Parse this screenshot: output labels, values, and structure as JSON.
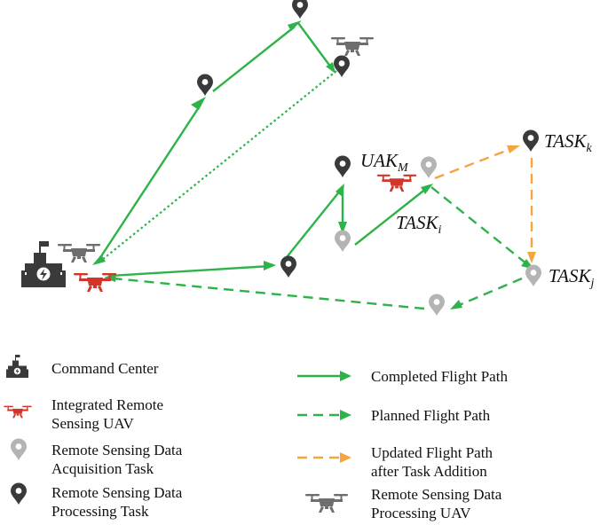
{
  "labels": {
    "uak": "UAK",
    "uak_sub": "M",
    "task_k": "TASK",
    "task_k_sub": "k",
    "task_i": "TASK",
    "task_i_sub": "i",
    "task_j": "TASK",
    "task_j_sub": "j"
  },
  "legend": {
    "command_center": "Command Center",
    "integrated_uav_line1": "Integrated  Remote",
    "integrated_uav_line2": "Sensing UAV",
    "acquisition_task_line1": "Remote Sensing Data",
    "acquisition_task_line2": "Acquisition Task",
    "processing_task_line1": "Remote Sensing Data",
    "processing_task_line2": "Processing Task",
    "completed_path": "Completed Flight Path",
    "planned_path": "Planned Flight Path",
    "updated_path_line1": "Updated  Flight  Path",
    "updated_path_line2": "after Task Addition",
    "processing_uav_line1": "Remote Sensing Data",
    "processing_uav_line2": "Processing UAV"
  },
  "colors": {
    "green": "#2db34a",
    "orange": "#f5a540",
    "red_uav": "#d3352b",
    "gray_uav": "#6e6e6e",
    "dark_pin": "#3a3a3a",
    "light_pin": "#b4b4b4",
    "building": "#3a3a3a"
  }
}
